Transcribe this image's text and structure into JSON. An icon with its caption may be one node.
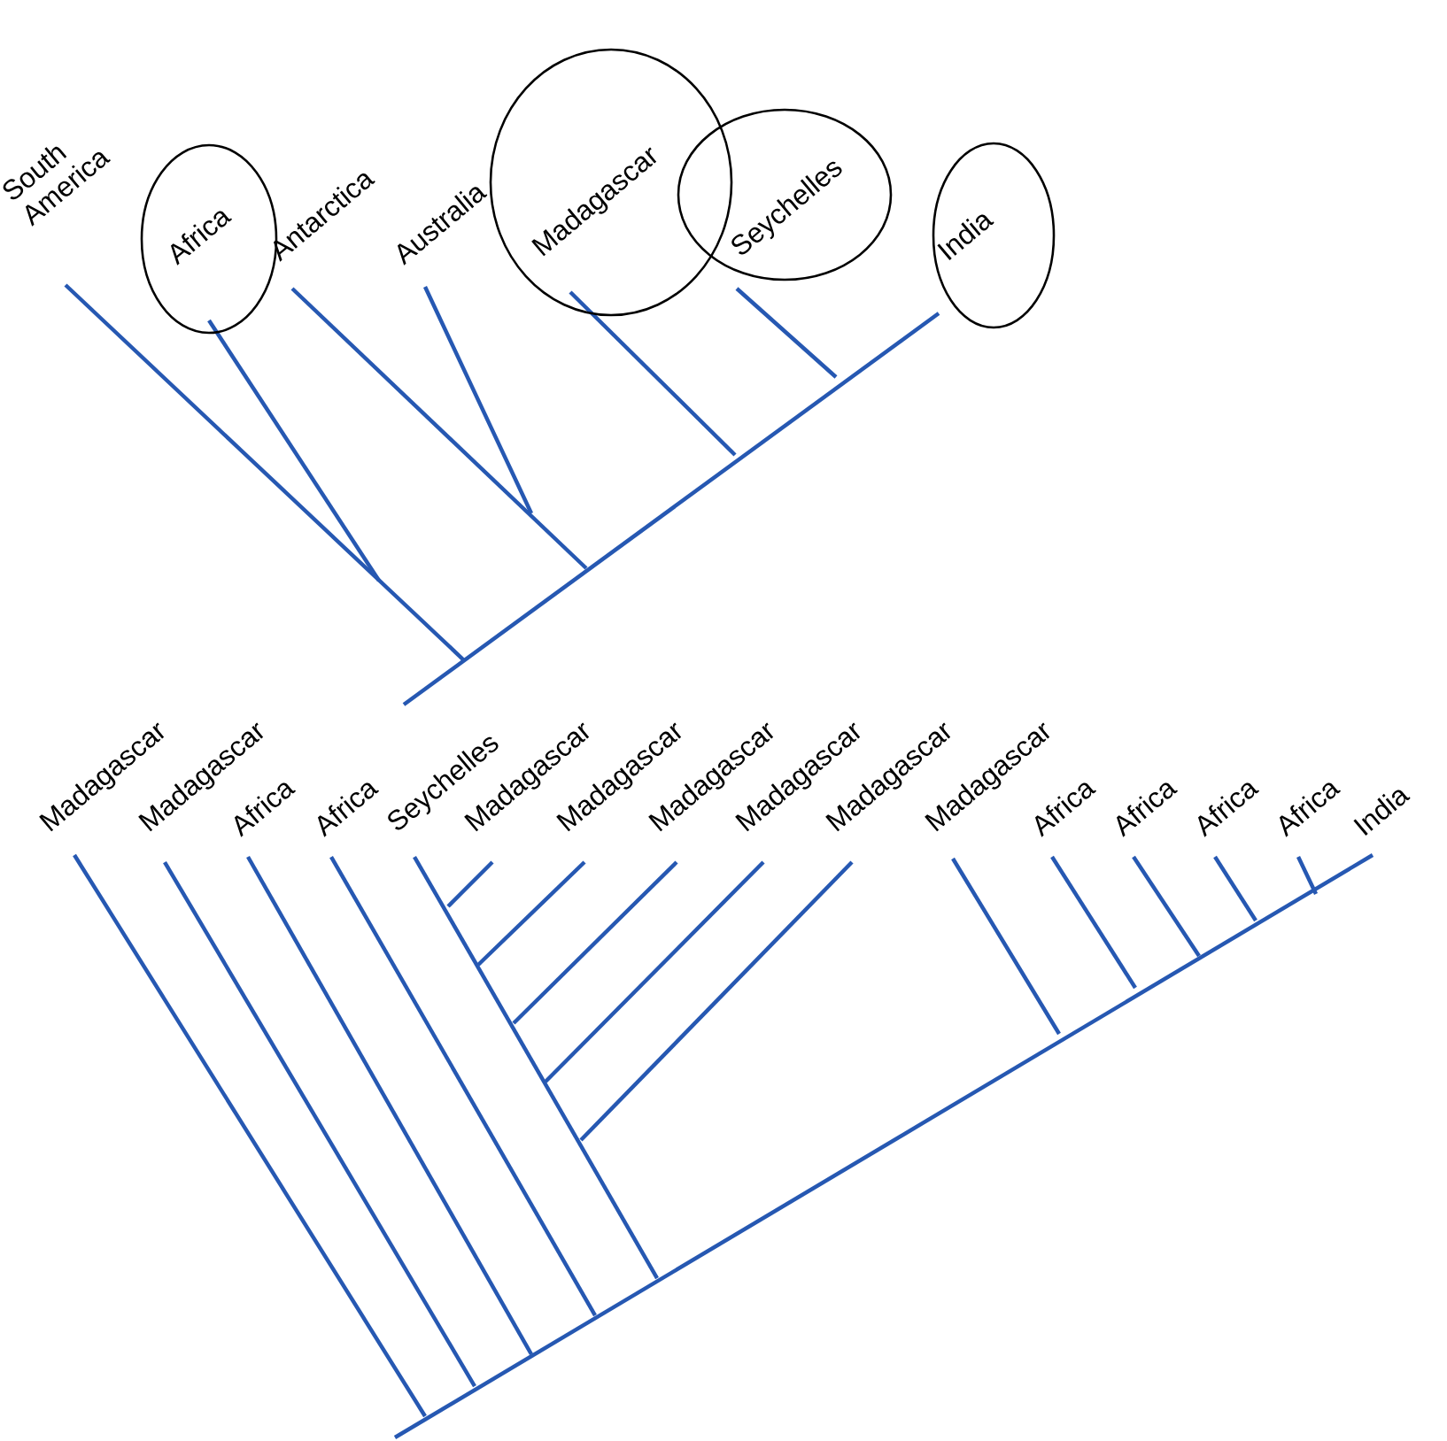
{
  "diagram": {
    "nodes": [
      {
        "text": [
          "Africa"
        ]
      },
      {
        "text": [
          "Madagascar"
        ]
      },
      {
        "text": [
          "Seychelles"
        ]
      },
      {
        "text": [
          "India"
        ]
      }
    ],
    "labels": [
      "South America",
      "Antarctica",
      "Australia",
      "Madagascar",
      "Madagascar",
      "Africa",
      "Africa",
      "Seychelles",
      "Madagascar",
      "Madagascar",
      "Madagascar",
      "Madagascar",
      "Madagascar",
      "Madagascar",
      "Africa",
      "Africa",
      "Africa",
      "Africa",
      "India"
    ]
  }
}
